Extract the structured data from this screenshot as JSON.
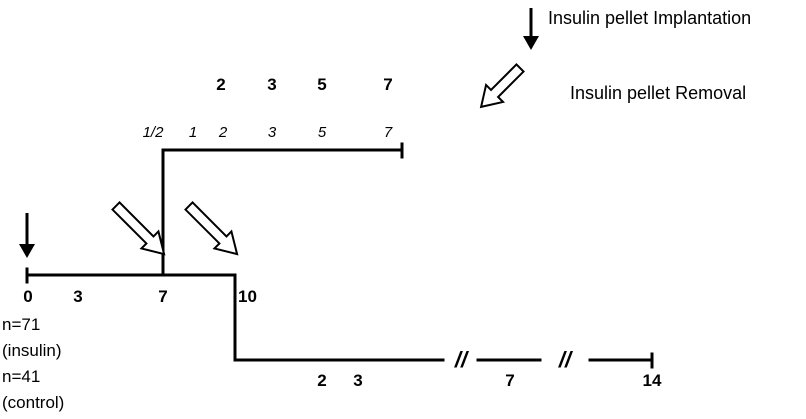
{
  "legend": {
    "implantation_label": "Insulin pellet Implantation",
    "removal_label": "Insulin pellet Removal"
  },
  "top_branch": {
    "bold_days": [
      "2",
      "3",
      "5",
      "7"
    ],
    "italic_days": [
      "1/2",
      "1",
      "2",
      "3",
      "5",
      "7"
    ]
  },
  "main_line": {
    "days": [
      "0",
      "3",
      "7"
    ],
    "day_10": "10"
  },
  "bottom_branch": {
    "days": [
      "2",
      "3",
      "7",
      "14"
    ],
    "break_mark": "//"
  },
  "groups": [
    {
      "count": "n=71",
      "label": "(insulin)"
    },
    {
      "count": "n=41",
      "label": "(control)"
    }
  ]
}
